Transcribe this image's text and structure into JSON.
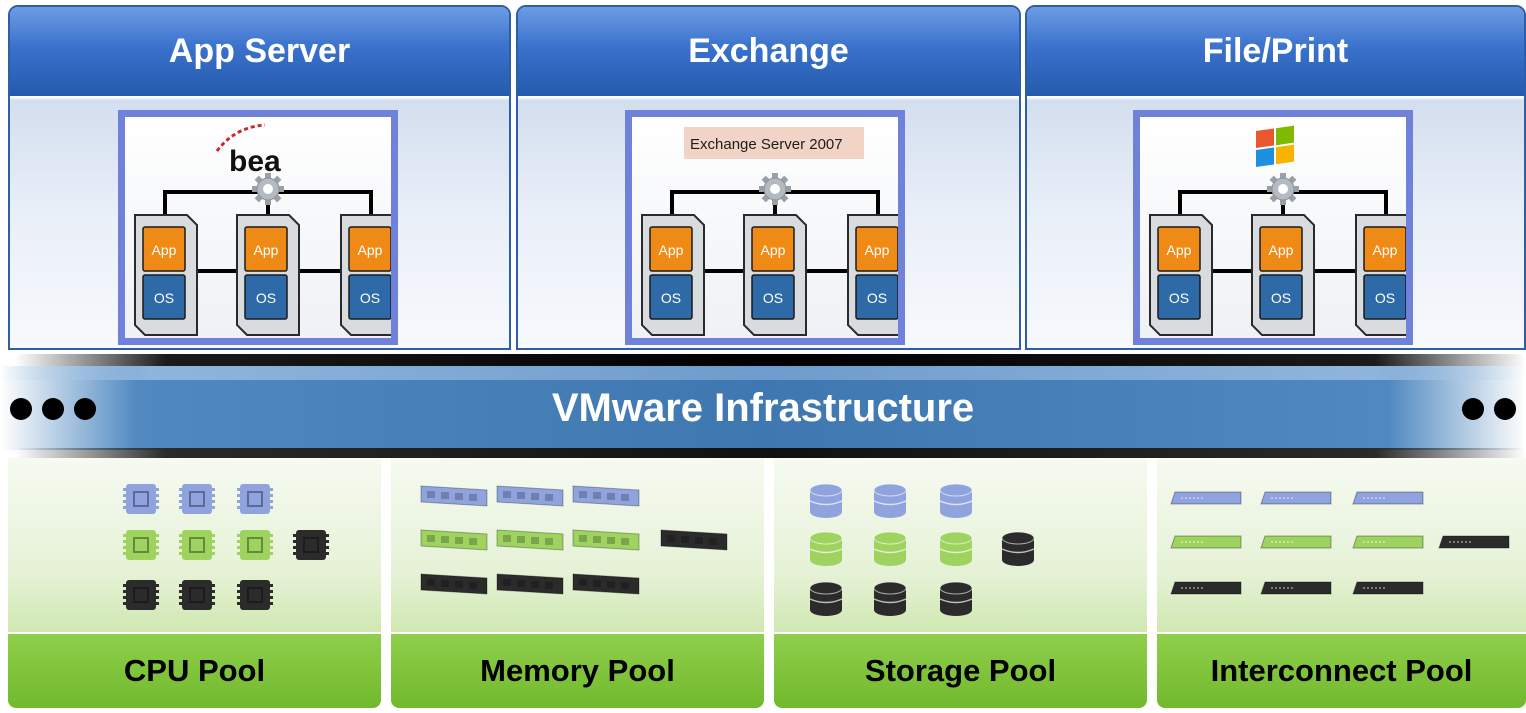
{
  "app_panels": [
    {
      "title": "App Server",
      "logo": "bea-logo",
      "logo_text": "bea",
      "vms": [
        {
          "app": "App",
          "os": "OS"
        },
        {
          "app": "App",
          "os": "OS"
        },
        {
          "app": "App",
          "os": "OS"
        }
      ]
    },
    {
      "title": "Exchange",
      "logo": "exchange-server-logo",
      "logo_text": "Exchange Server 2007",
      "vms": [
        {
          "app": "App",
          "os": "OS"
        },
        {
          "app": "App",
          "os": "OS"
        },
        {
          "app": "App",
          "os": "OS"
        }
      ]
    },
    {
      "title": "File/Print",
      "logo": "windows-logo",
      "logo_text": "",
      "vms": [
        {
          "app": "App",
          "os": "OS"
        },
        {
          "app": "App",
          "os": "OS"
        },
        {
          "app": "App",
          "os": "OS"
        }
      ]
    }
  ],
  "infrastructure": {
    "title": "VMware Infrastructure"
  },
  "pools": [
    {
      "title": "CPU Pool",
      "icon": "cpu-chip-icon"
    },
    {
      "title": "Memory Pool",
      "icon": "memory-module-icon"
    },
    {
      "title": "Storage Pool",
      "icon": "storage-disk-icon"
    },
    {
      "title": "Interconnect Pool",
      "icon": "network-switch-icon"
    }
  ],
  "colors": {
    "header_blue": "#3a72cc",
    "vm_border": "#6f81d8",
    "app_orange": "#f08a16",
    "os_blue": "#2e6aa8",
    "band_blue": "#3f77b0",
    "pool_green": "#7dc33a",
    "resource_blue": "#8fa4df",
    "resource_green": "#9fd35f",
    "resource_black": "#2b2b2b"
  }
}
